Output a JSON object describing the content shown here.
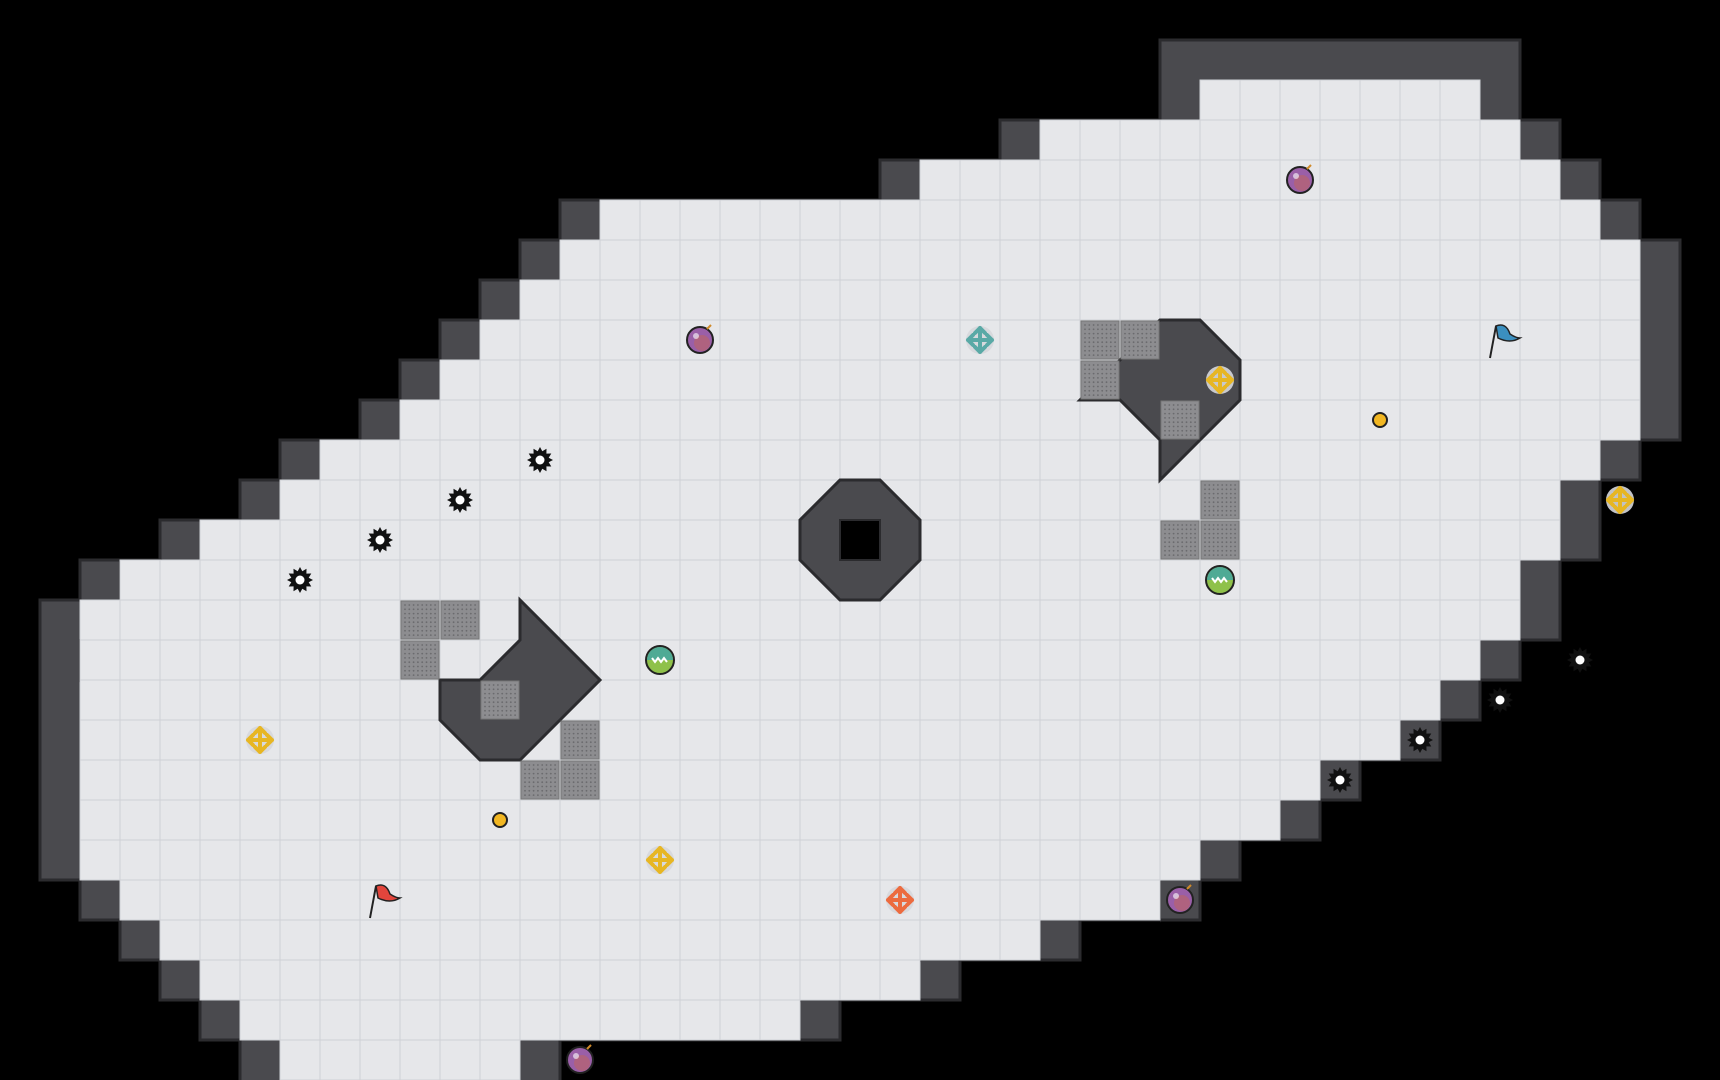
{
  "map": {
    "colors": {
      "background": "#000000",
      "floor": "#e6e7ea",
      "floor_grid": "#cfd1d6",
      "wall": "#4a4a4e",
      "wall_edge": "#2b2b2e",
      "grate": "#8d8d90",
      "grate_dot": "#6b6b6e"
    },
    "items": {
      "flags": [
        {
          "team": "red",
          "color": "#e2453c",
          "cell": [
            7,
            20
          ]
        },
        {
          "team": "blue",
          "color": "#3b8fbf",
          "cell": [
            35,
            6
          ]
        }
      ],
      "bombs": [
        {
          "cell": [
            15,
            6
          ]
        },
        {
          "cell": [
            30,
            2
          ]
        },
        {
          "cell": [
            27,
            20
          ]
        },
        {
          "cell": [
            12,
            24
          ]
        }
      ],
      "speed_pads": [
        {
          "color": "#e7b623",
          "cell": [
            4,
            16
          ]
        },
        {
          "color": "#e7b623",
          "cell": [
            14,
            19
          ]
        },
        {
          "color": "#e7b623",
          "cell": [
            28,
            7
          ]
        },
        {
          "color": "#e7b623",
          "cell": [
            38,
            10
          ]
        },
        {
          "color": "#5aa9a6",
          "cell": [
            22,
            6
          ]
        },
        {
          "color": "#ec6b3f",
          "cell": [
            20,
            20
          ]
        }
      ],
      "powerups": [
        {
          "cell": [
            14,
            14
          ]
        },
        {
          "cell": [
            28,
            12
          ]
        }
      ],
      "boosts": [
        {
          "cell": [
            10,
            18
          ]
        },
        {
          "cell": [
            32,
            8
          ]
        }
      ],
      "spikes": [
        {
          "cell": [
            5,
            12
          ]
        },
        {
          "cell": [
            7,
            11
          ]
        },
        {
          "cell": [
            9,
            10
          ]
        },
        {
          "cell": [
            11,
            9
          ]
        },
        {
          "cell": [
            31,
            17
          ]
        },
        {
          "cell": [
            33,
            16
          ]
        },
        {
          "cell": [
            35,
            15
          ]
        },
        {
          "cell": [
            37,
            14
          ]
        }
      ]
    }
  }
}
